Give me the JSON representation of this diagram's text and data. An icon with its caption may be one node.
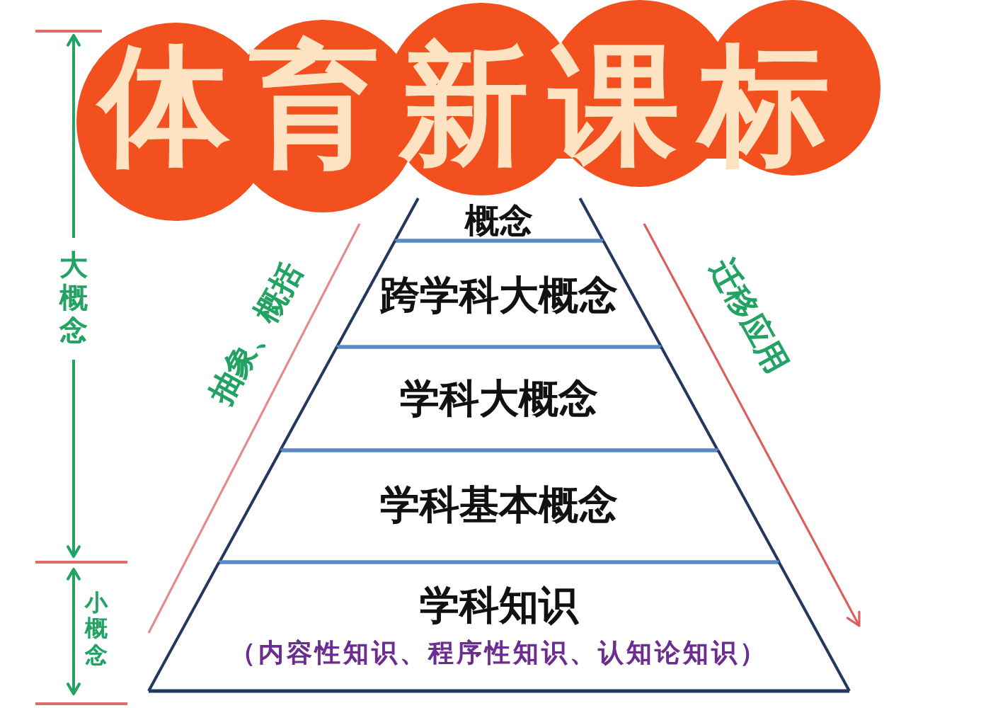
{
  "diagram": {
    "title": "体育新课标",
    "nodes": [
      {
        "text": [
          "概念"
        ]
      },
      {
        "text": [
          "跨学科大概念"
        ]
      },
      {
        "text": [
          "学科大概念"
        ]
      },
      {
        "text": [
          "学科基本概念"
        ]
      },
      {
        "text": [
          "学科知识",
          "（内容性知识、程序性知识、认知论知识）"
        ]
      }
    ],
    "labels": [
      "大概念",
      "抽象、概括",
      "迁移应用",
      "小概念"
    ]
  }
}
